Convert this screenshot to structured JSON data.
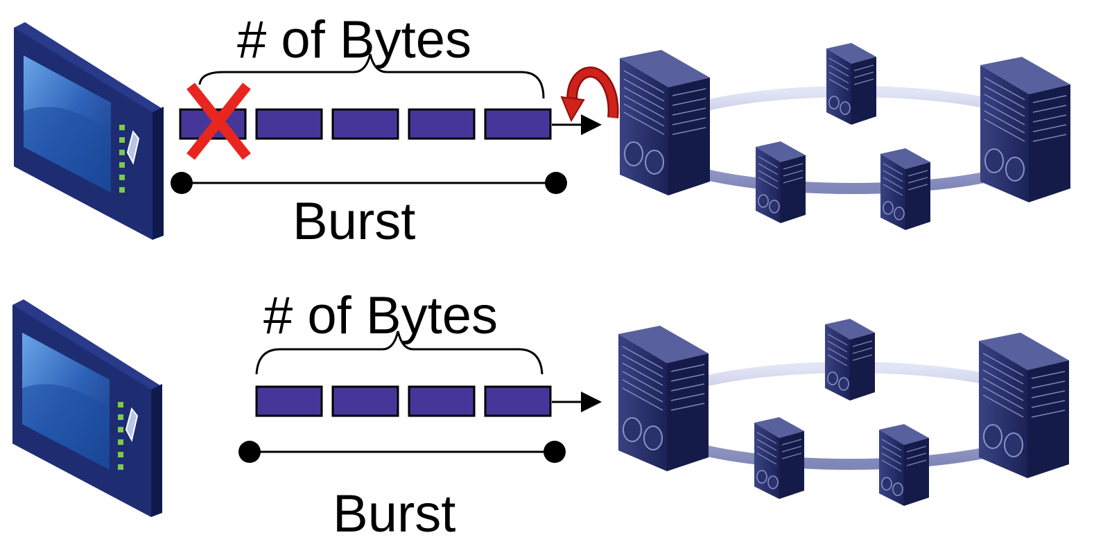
{
  "rows": [
    {
      "bytes_label": "# of Bytes",
      "burst_label": "Burst",
      "packets": 5,
      "dropped_packet": true,
      "retransmit_arrow": true
    },
    {
      "bytes_label": "# of Bytes",
      "burst_label": "Burst",
      "packets": 4,
      "dropped_packet": false,
      "retransmit_arrow": false
    }
  ],
  "colors": {
    "packet_fill": "#47369a",
    "drop_mark": "#e8261f",
    "retransmit_arrow": "#d0211c",
    "device": "#1f2a66",
    "ring": "#b8bde0"
  },
  "icons": [
    "tablet-device-icon",
    "server-ring-network-icon",
    "drop-x-icon",
    "retransmit-arrow-icon"
  ]
}
